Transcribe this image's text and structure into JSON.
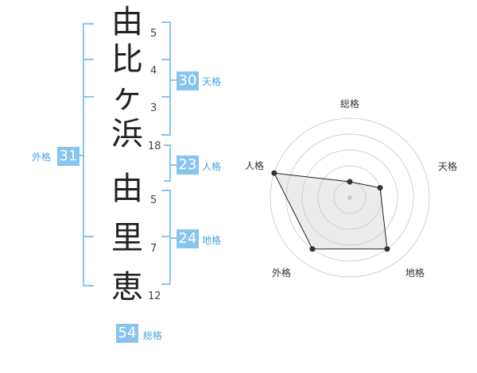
{
  "surname": [
    {
      "char": "由",
      "strokes": "5"
    },
    {
      "char": "比",
      "strokes": "4"
    },
    {
      "char": "ヶ",
      "strokes": "3"
    },
    {
      "char": "浜",
      "strokes": "18"
    }
  ],
  "given": [
    {
      "char": "由",
      "strokes": "5"
    },
    {
      "char": "里",
      "strokes": "7"
    },
    {
      "char": "恵",
      "strokes": "12"
    }
  ],
  "fortunes": {
    "tenkaku": {
      "label": "天格",
      "value": "30"
    },
    "jinkaku": {
      "label": "人格",
      "value": "23"
    },
    "chikaku": {
      "label": "地格",
      "value": "24"
    },
    "gaikaku": {
      "label": "外格",
      "value": "31"
    },
    "soukaku": {
      "label": "総格",
      "value": "54"
    }
  },
  "colors": {
    "accent": "#89c4ee",
    "bracket": "#89c4ee",
    "text": "#222222"
  },
  "chart_data": {
    "type": "radar",
    "axes": [
      "総格",
      "天格",
      "地格",
      "外格",
      "人格"
    ],
    "series": [
      {
        "values": [
          1,
          2,
          4,
          4,
          5
        ]
      }
    ],
    "rmax": 5,
    "rings": 5
  }
}
